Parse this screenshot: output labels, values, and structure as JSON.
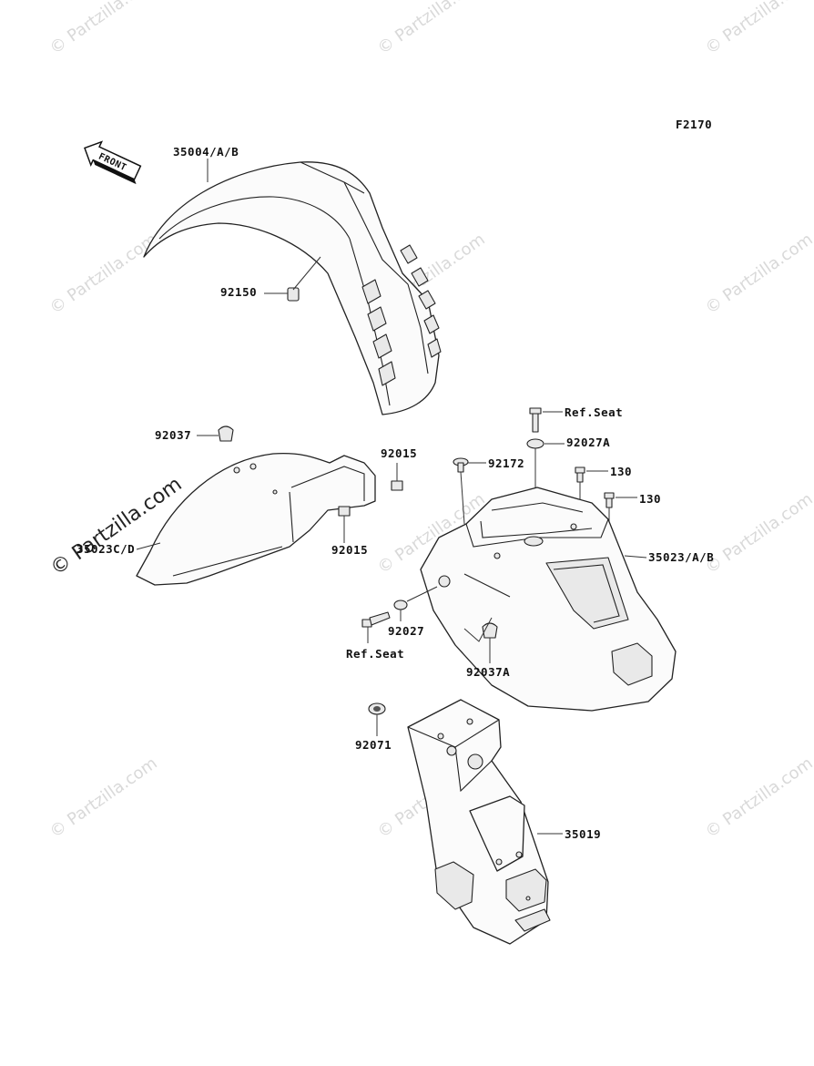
{
  "diagram_code": "F2170",
  "front_arrow_label": "FRONT",
  "watermark": "© Partzilla.com",
  "callouts": {
    "front_fender": "35004/A/B",
    "fender_bolt": "92150",
    "clip_left": "92037",
    "clamp_upper": "92015",
    "clamp_lower": "92015",
    "inner_fender": "35023C/D",
    "seat_bolt_upper": "Ref.Seat",
    "washer_upper": "92027A",
    "screw_92172": "92172",
    "bolt_130_a": "130",
    "bolt_130_b": "130",
    "rear_fender": "35023/A/B",
    "washer_lower": "92027",
    "seat_bolt_lower": "Ref.Seat",
    "clip_right": "92037A",
    "grommet": "92071",
    "license_bracket": "35019"
  }
}
